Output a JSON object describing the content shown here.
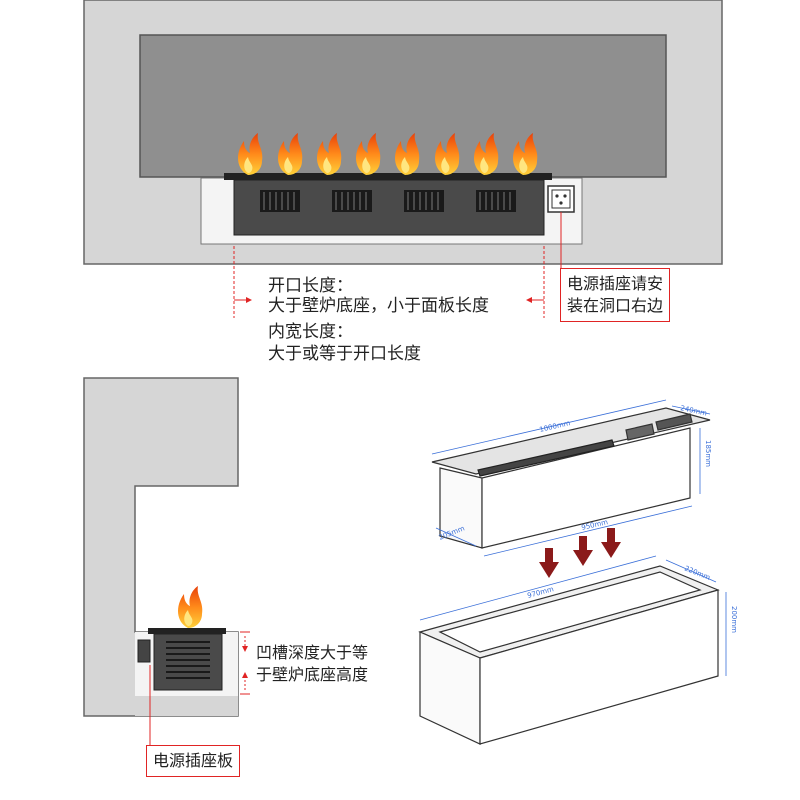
{
  "top_diagram": {
    "opening_length_title": "开口长度：",
    "opening_length_desc": "大于壁炉底座，小于面板长度",
    "inner_width_title": "内宽长度：",
    "inner_width_desc": "大于或等于开口长度",
    "socket_note_line1": "电源插座请安",
    "socket_note_line2": "装在洞口右边"
  },
  "side_diagram": {
    "depth_note_line1": "凹槽深度大于等",
    "depth_note_line2": "于壁炉底座高度",
    "power_strip_label": "电源插座板"
  },
  "product_dims": {
    "top_length": "1000mm",
    "top_depth": "240mm",
    "height": "185mm",
    "body_depth": "205mm",
    "body_length": "950mm",
    "box_length": "970mm",
    "box_depth": "220mm",
    "box_height": "200mm"
  },
  "colors": {
    "wall": "#d6d6d6",
    "glass": "#8f8f8f",
    "burner": "#4a4a4a",
    "red": "#e02424",
    "dim_blue": "#3a6fd8",
    "arrow": "#8b1a1a"
  }
}
